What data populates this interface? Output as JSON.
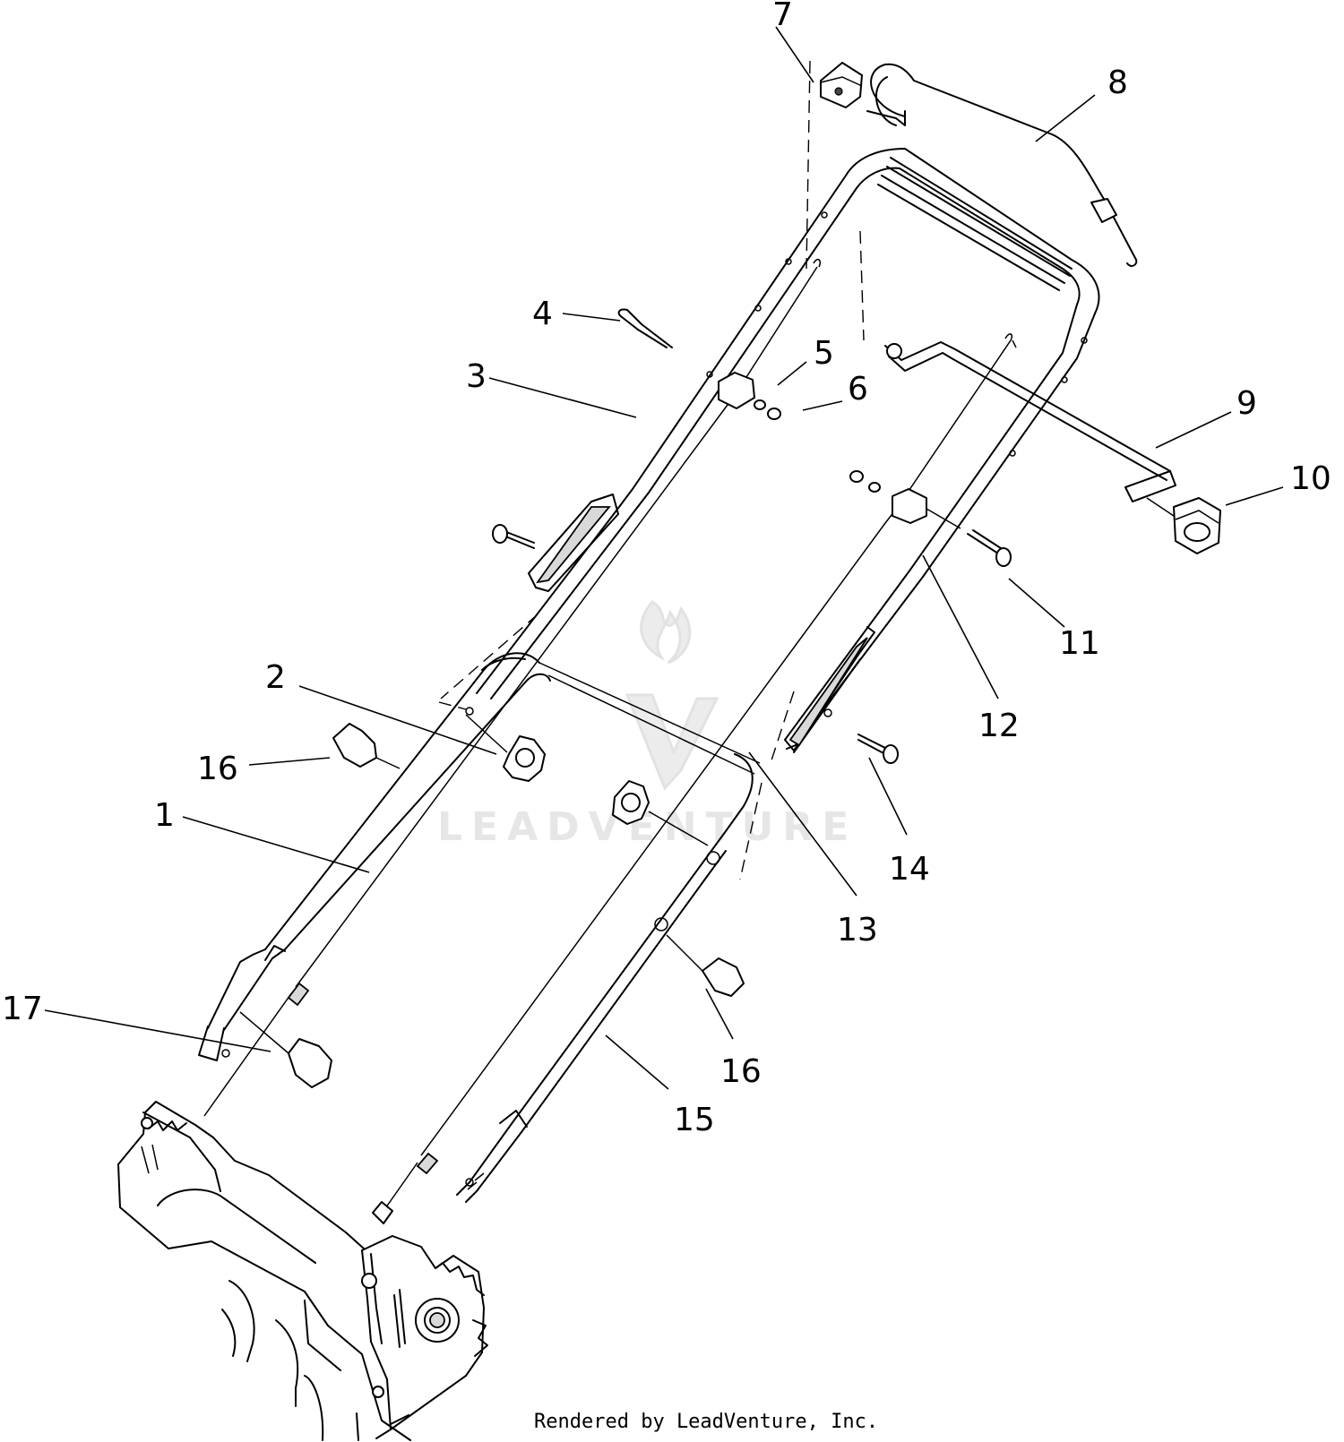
{
  "callouts": {
    "c1": "1",
    "c2": "2",
    "c3": "3",
    "c4": "4",
    "c5": "5",
    "c6": "6",
    "c7": "7",
    "c8": "8",
    "c9": "9",
    "c10": "10",
    "c11": "11",
    "c12": "12",
    "c13": "13",
    "c14": "14",
    "c15": "15",
    "c16a": "16",
    "c16b": "16",
    "c17": "17"
  },
  "watermark": {
    "text": "LEADVENTURE"
  },
  "footer": {
    "text": "Rendered by LeadVenture, Inc."
  }
}
